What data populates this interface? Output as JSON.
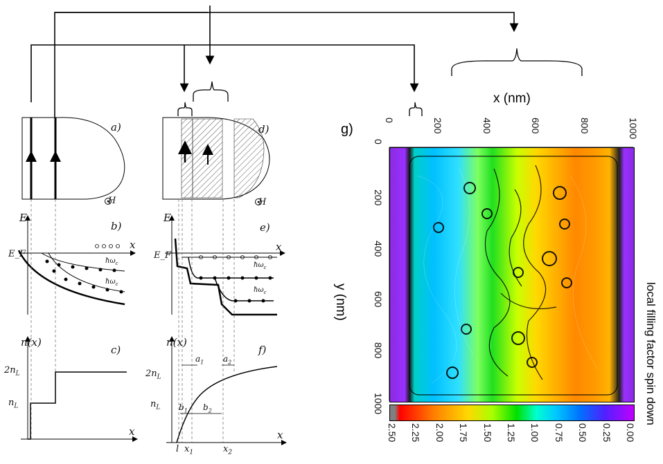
{
  "left_figure": {
    "panel_labels": [
      "a)",
      "b)",
      "c)",
      "d)",
      "e)",
      "f)"
    ],
    "axis_labels": {
      "energy": "E",
      "x": "x",
      "fermi": "E_F",
      "density": "n(x)",
      "field": "H"
    },
    "density_ticks": [
      "2n",
      "n"
    ],
    "density_tick_sub": "L",
    "landau_spacing": "ħω",
    "landau_spacing_sub": "c",
    "x_ticks": [
      "l",
      "x",
      "x"
    ],
    "x_tick_subs": [
      "",
      "1",
      "2"
    ],
    "widths": [
      "a",
      "a",
      "b",
      "b"
    ],
    "width_subs": [
      "1",
      "2",
      "1",
      "2"
    ]
  },
  "right_figure": {
    "panel_label": "g)",
    "top_axis_label": "x (nm)",
    "left_axis_label": "y (nm)",
    "colorbar_label": "local filling factor spin down",
    "top_ticks": [
      "0",
      "200",
      "400",
      "600",
      "800",
      "1000"
    ],
    "left_ticks": [
      "0",
      "200",
      "400",
      "600",
      "800",
      "1000"
    ],
    "colorbar_ticks": [
      "2.50",
      "2.25",
      "2.00",
      "1.75",
      "1.50",
      "1.25",
      "1.00",
      "0.75",
      "0.50",
      "0.25",
      "0.00"
    ],
    "colormap": [
      "#808080",
      "#ff0000",
      "#ff7f00",
      "#ffd800",
      "#a8ff00",
      "#00e000",
      "#00ffd0",
      "#00c8ff",
      "#0070ff",
      "#5020ff",
      "#c000ff"
    ]
  }
}
